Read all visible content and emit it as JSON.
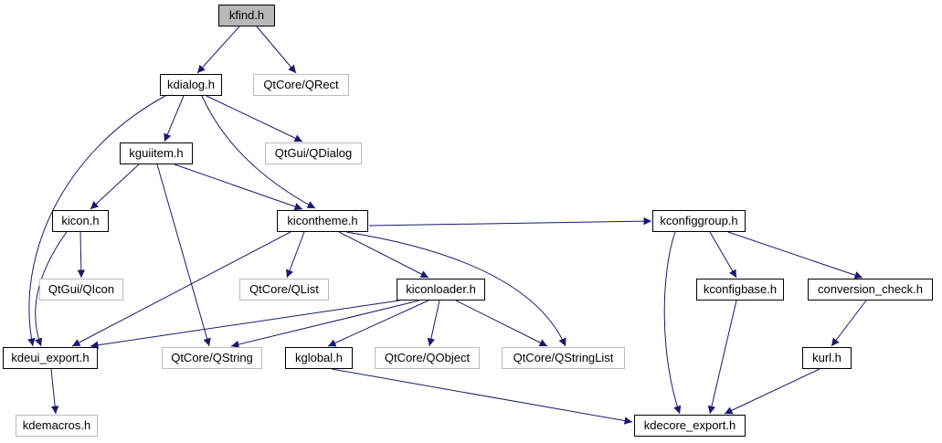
{
  "graph": {
    "colors": {
      "edge": "#191970",
      "node_border": "#000000",
      "external_border": "#bcbcbc",
      "current_fill": "#b8b8b8",
      "background": "#ffffff"
    },
    "nodes": [
      {
        "id": "kfind_h",
        "label": "kfind.h",
        "kind": "current"
      },
      {
        "id": "kdialog_h",
        "label": "kdialog.h",
        "kind": "doc"
      },
      {
        "id": "qt_qrect",
        "label": "QtCore/QRect",
        "kind": "external"
      },
      {
        "id": "kguiitem_h",
        "label": "kguiitem.h",
        "kind": "doc"
      },
      {
        "id": "qt_qdialog",
        "label": "QtGui/QDialog",
        "kind": "external"
      },
      {
        "id": "kicon_h",
        "label": "kicon.h",
        "kind": "doc"
      },
      {
        "id": "kicontheme_h",
        "label": "kicontheme.h",
        "kind": "doc"
      },
      {
        "id": "kconfiggroup_h",
        "label": "kconfiggroup.h",
        "kind": "doc"
      },
      {
        "id": "qt_qicon",
        "label": "QtGui/QIcon",
        "kind": "external"
      },
      {
        "id": "qt_qlist",
        "label": "QtCore/QList",
        "kind": "external"
      },
      {
        "id": "kiconloader_h",
        "label": "kiconloader.h",
        "kind": "doc"
      },
      {
        "id": "kconfigbase_h",
        "label": "kconfigbase.h",
        "kind": "doc"
      },
      {
        "id": "conversion_check_h",
        "label": "conversion_check.h",
        "kind": "doc"
      },
      {
        "id": "kdeui_export_h",
        "label": "kdeui_export.h",
        "kind": "doc"
      },
      {
        "id": "qt_qstring",
        "label": "QtCore/QString",
        "kind": "external"
      },
      {
        "id": "kglobal_h",
        "label": "kglobal.h",
        "kind": "doc"
      },
      {
        "id": "qt_qobject",
        "label": "QtCore/QObject",
        "kind": "external"
      },
      {
        "id": "qt_qstringlist",
        "label": "QtCore/QStringList",
        "kind": "external"
      },
      {
        "id": "kurl_h",
        "label": "kurl.h",
        "kind": "doc"
      },
      {
        "id": "kdemacros_h",
        "label": "kdemacros.h",
        "kind": "external"
      },
      {
        "id": "kdecore_export_h",
        "label": "kdecore_export.h",
        "kind": "doc"
      }
    ],
    "edges": [
      {
        "from": "kfind_h",
        "to": "kdialog_h"
      },
      {
        "from": "kfind_h",
        "to": "qt_qrect"
      },
      {
        "from": "kdialog_h",
        "to": "kguiitem_h"
      },
      {
        "from": "kdialog_h",
        "to": "qt_qdialog"
      },
      {
        "from": "kdialog_h",
        "to": "kicontheme_h"
      },
      {
        "from": "kdialog_h",
        "to": "kdeui_export_h"
      },
      {
        "from": "kguiitem_h",
        "to": "kicon_h"
      },
      {
        "from": "kguiitem_h",
        "to": "kicontheme_h"
      },
      {
        "from": "kguiitem_h",
        "to": "qt_qstring"
      },
      {
        "from": "kicon_h",
        "to": "qt_qicon"
      },
      {
        "from": "kicon_h",
        "to": "kdeui_export_h"
      },
      {
        "from": "kicontheme_h",
        "to": "qt_qlist"
      },
      {
        "from": "kicontheme_h",
        "to": "kiconloader_h"
      },
      {
        "from": "kicontheme_h",
        "to": "kconfiggroup_h"
      },
      {
        "from": "kicontheme_h",
        "to": "kdeui_export_h"
      },
      {
        "from": "kicontheme_h",
        "to": "qt_qstringlist"
      },
      {
        "from": "kiconloader_h",
        "to": "qt_qstring"
      },
      {
        "from": "kiconloader_h",
        "to": "kglobal_h"
      },
      {
        "from": "kiconloader_h",
        "to": "qt_qobject"
      },
      {
        "from": "kiconloader_h",
        "to": "qt_qstringlist"
      },
      {
        "from": "kiconloader_h",
        "to": "kdeui_export_h"
      },
      {
        "from": "kdeui_export_h",
        "to": "kdemacros_h"
      },
      {
        "from": "kglobal_h",
        "to": "kdecore_export_h"
      },
      {
        "from": "kconfiggroup_h",
        "to": "kconfigbase_h"
      },
      {
        "from": "kconfiggroup_h",
        "to": "conversion_check_h"
      },
      {
        "from": "kconfiggroup_h",
        "to": "kdecore_export_h"
      },
      {
        "from": "kconfigbase_h",
        "to": "kdecore_export_h"
      },
      {
        "from": "conversion_check_h",
        "to": "kurl_h"
      },
      {
        "from": "kurl_h",
        "to": "kdecore_export_h"
      }
    ]
  }
}
